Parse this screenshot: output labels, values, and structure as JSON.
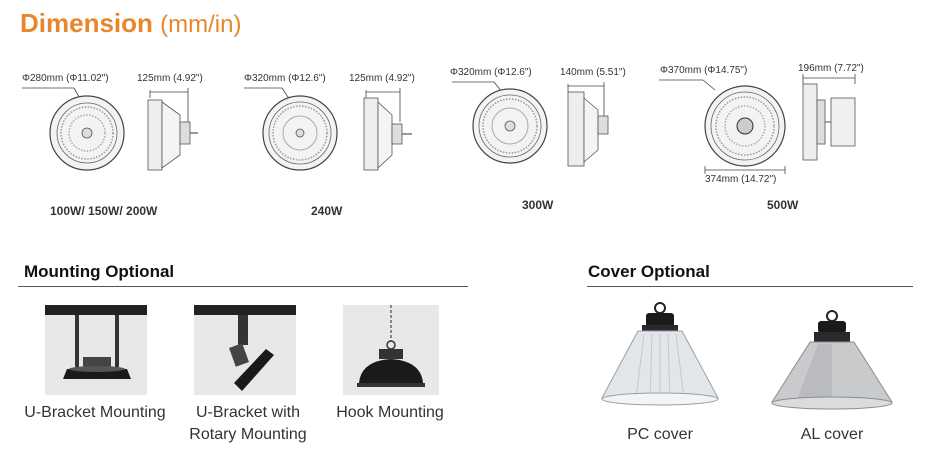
{
  "header": {
    "title_main": "Dimension",
    "title_units": "(mm/in)"
  },
  "dimensions": [
    {
      "diameter": "Φ280mm (Φ11.02\")",
      "height": "125mm (4.92\")",
      "watt": "100W/ 150W/ 200W"
    },
    {
      "diameter": "Φ320mm (Φ12.6\")",
      "height": "125mm (4.92\")",
      "watt": "240W"
    },
    {
      "diameter": "Φ320mm (Φ12.6\")",
      "height": "140mm (5.51\")",
      "watt": "300W"
    },
    {
      "diameter": "Φ370mm (Φ14.75\")",
      "height": "196mm (7.72\")",
      "width": "374mm (14.72\")",
      "watt": "500W"
    }
  ],
  "mounting": {
    "heading": "Mounting Optional",
    "options": [
      {
        "label": "U-Bracket Mounting"
      },
      {
        "label_line1": "U-Bracket with",
        "label_line2": "Rotary Mounting"
      },
      {
        "label": "Hook Mounting"
      }
    ]
  },
  "cover": {
    "heading": "Cover Optional",
    "options": [
      {
        "label": "PC cover"
      },
      {
        "label": "AL cover"
      }
    ]
  },
  "colors": {
    "accent": "#e9862b",
    "rule": "#555555"
  }
}
